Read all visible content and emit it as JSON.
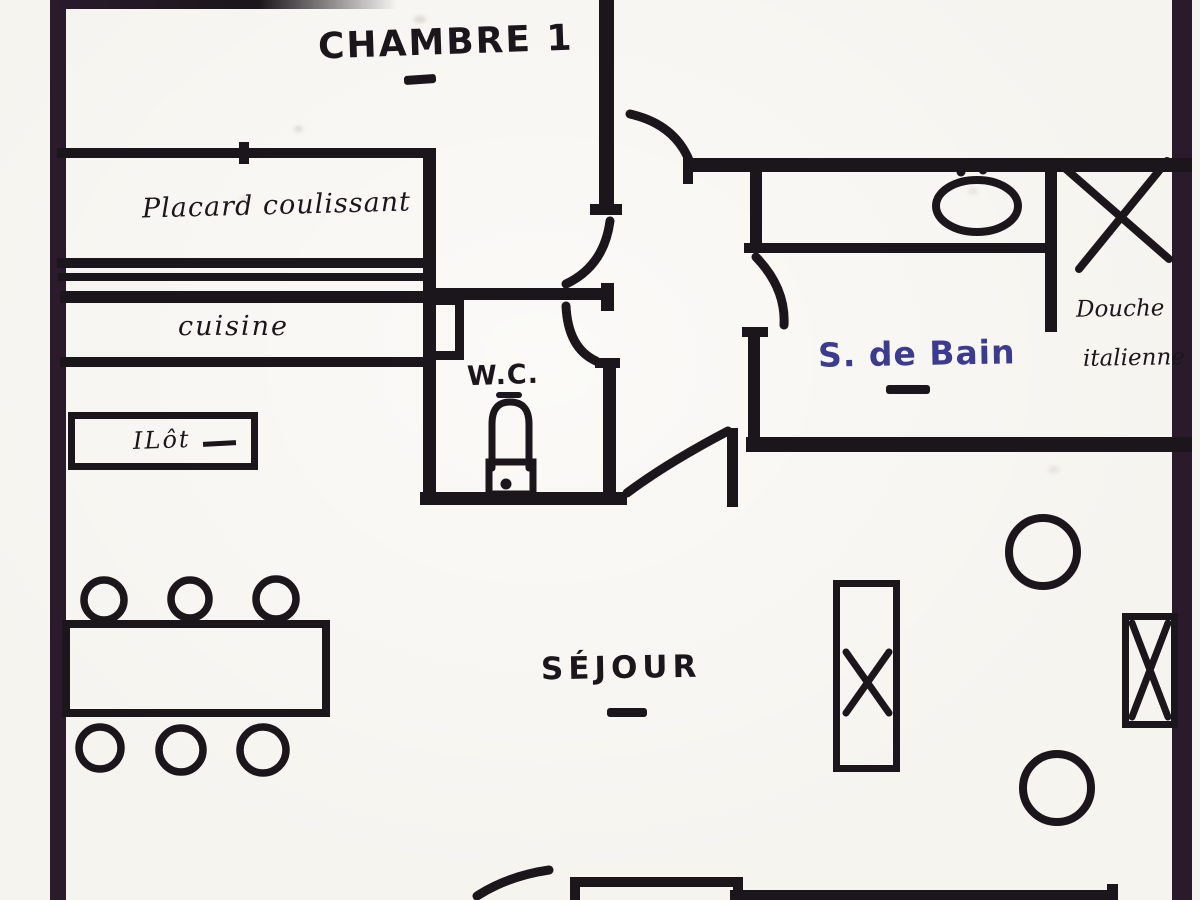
{
  "title": "Hand-drawn apartment floor plan",
  "rooms": {
    "chambre1": {
      "label": "CHAMBRE 1"
    },
    "placard": {
      "label": "Placard coulissant"
    },
    "cuisine": {
      "label": "cuisine"
    },
    "ilot": {
      "label": "ILôt"
    },
    "wc": {
      "label": "W.C."
    },
    "salle_de_bain": {
      "label": "S. de Bain"
    },
    "douche": {
      "line1": "Douche",
      "line2": "italienne"
    },
    "sejour": {
      "label": "SÉJOUR"
    }
  },
  "fixtures": {
    "sink": "washbasin with faucet",
    "shower": "italian shower (X symbol)",
    "toilet": "toilet",
    "dining_table": "table with 6 chairs",
    "living_furniture": "sideboards (X rectangles) and two round seats"
  },
  "colors": {
    "ink": "#1b161b",
    "outer_wall": "#2a1a2c",
    "blue_ink": "#3c3c8e",
    "paper": "#f6f4ef"
  }
}
